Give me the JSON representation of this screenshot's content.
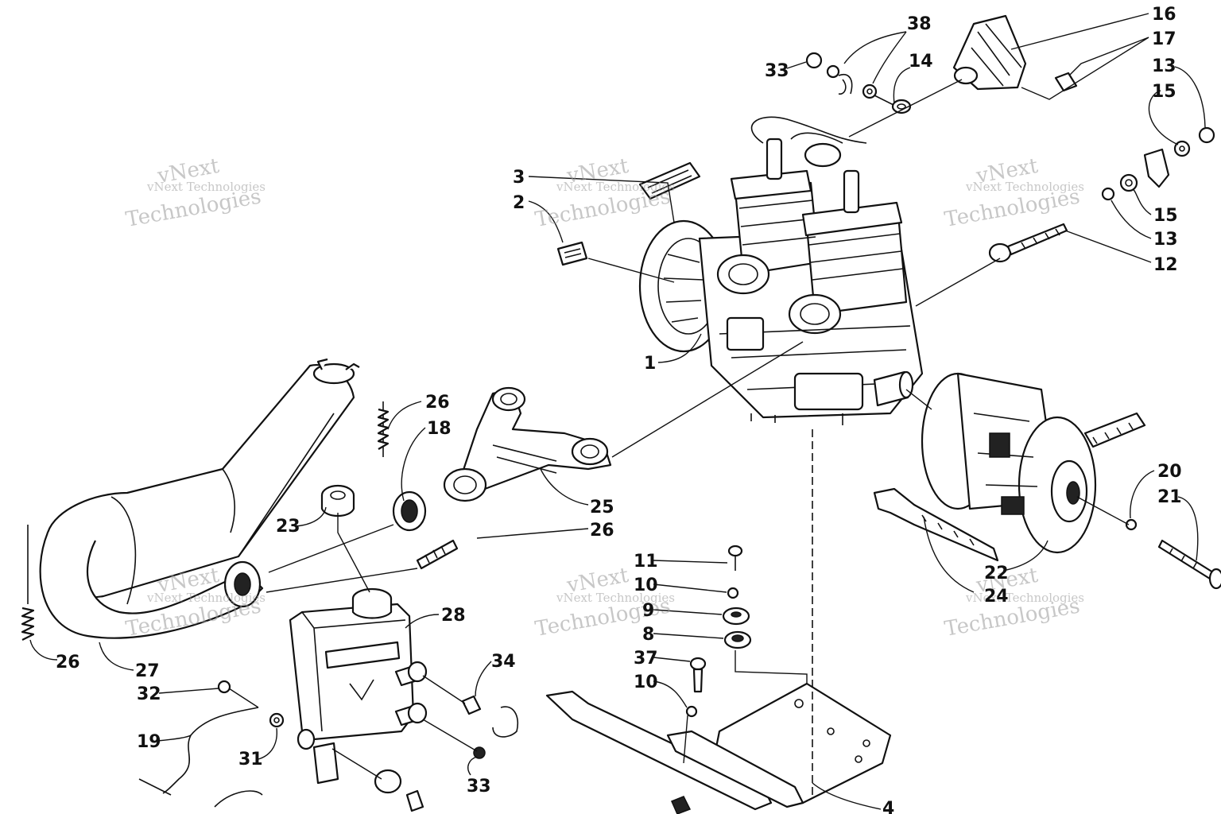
{
  "watermark": {
    "line1": "vNext Technologies",
    "line2": "Technologies",
    "line3": "vNext"
  },
  "callouts": [
    {
      "id": "c38",
      "text": "38"
    },
    {
      "id": "c33a",
      "text": "33"
    },
    {
      "id": "c14",
      "text": "14"
    },
    {
      "id": "c16",
      "text": "16"
    },
    {
      "id": "c17",
      "text": "17"
    },
    {
      "id": "c13a",
      "text": "13"
    },
    {
      "id": "c15a",
      "text": "15"
    },
    {
      "id": "c15b",
      "text": "15"
    },
    {
      "id": "c13b",
      "text": "13"
    },
    {
      "id": "c12",
      "text": "12"
    },
    {
      "id": "c3",
      "text": "3"
    },
    {
      "id": "c2",
      "text": "2"
    },
    {
      "id": "c1",
      "text": "1"
    },
    {
      "id": "c26a",
      "text": "26"
    },
    {
      "id": "c18",
      "text": "18"
    },
    {
      "id": "c25",
      "text": "25"
    },
    {
      "id": "c26b",
      "text": "26"
    },
    {
      "id": "c23",
      "text": "23"
    },
    {
      "id": "c28",
      "text": "28"
    },
    {
      "id": "c26c",
      "text": "26"
    },
    {
      "id": "c27",
      "text": "27"
    },
    {
      "id": "c32",
      "text": "32"
    },
    {
      "id": "c19",
      "text": "19"
    },
    {
      "id": "c31",
      "text": "31"
    },
    {
      "id": "c34",
      "text": "34"
    },
    {
      "id": "c33b",
      "text": "33"
    },
    {
      "id": "c11",
      "text": "11"
    },
    {
      "id": "c10a",
      "text": "10"
    },
    {
      "id": "c9",
      "text": "9"
    },
    {
      "id": "c8",
      "text": "8"
    },
    {
      "id": "c37",
      "text": "37"
    },
    {
      "id": "c10b",
      "text": "10"
    },
    {
      "id": "c20",
      "text": "20"
    },
    {
      "id": "c21",
      "text": "21"
    },
    {
      "id": "c22",
      "text": "22"
    },
    {
      "id": "c24",
      "text": "24"
    },
    {
      "id": "c4",
      "text": "4"
    }
  ]
}
